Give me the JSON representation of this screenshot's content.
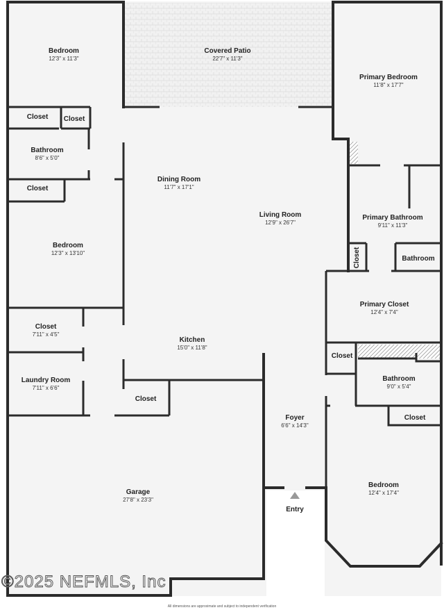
{
  "rooms": {
    "bedroom_1": {
      "name": "Bedroom",
      "dim": "12'3\" x 11'3\""
    },
    "covered_patio": {
      "name": "Covered Patio",
      "dim": "22'7\" x 11'3\""
    },
    "primary_bedroom": {
      "name": "Primary Bedroom",
      "dim": "11'8\" x 17'7\""
    },
    "closet_1": {
      "name": "Closet"
    },
    "closet_2": {
      "name": "Closet"
    },
    "bathroom_1": {
      "name": "Bathroom",
      "dim": "8'6\" x 5'0\""
    },
    "closet_3": {
      "name": "Closet"
    },
    "dining_room": {
      "name": "Dining Room",
      "dim": "11'7\" x 17'1\""
    },
    "living_room": {
      "name": "Living Room",
      "dim": "12'9\" x 26'7\""
    },
    "primary_bathroom": {
      "name": "Primary Bathroom",
      "dim": "9'11\" x 11'3\""
    },
    "bedroom_2": {
      "name": "Bedroom",
      "dim": "12'3\" x 13'10\""
    },
    "closet_vertical": {
      "name": "Closet"
    },
    "bathroom_small": {
      "name": "Bathroom"
    },
    "primary_closet": {
      "name": "Primary Closet",
      "dim": "12'4\" x 7'4\""
    },
    "closet_4": {
      "name": "Closet",
      "dim": "7'11\" x 4'5\""
    },
    "kitchen": {
      "name": "Kitchen",
      "dim": "15'0\" x 11'8\""
    },
    "closet_5": {
      "name": "Closet"
    },
    "bathroom_2": {
      "name": "Bathroom",
      "dim": "9'0\" x 5'4\""
    },
    "laundry_room": {
      "name": "Laundry Room",
      "dim": "7'11\" x 6'6\""
    },
    "closet_6": {
      "name": "Closet"
    },
    "closet_7": {
      "name": "Closet"
    },
    "foyer": {
      "name": "Foyer",
      "dim": "6'6\" x 14'3\""
    },
    "garage": {
      "name": "Garage",
      "dim": "27'8\" x 23'3\""
    },
    "bedroom_3": {
      "name": "Bedroom",
      "dim": "12'4\" x 17'4\""
    },
    "entry": {
      "name": "Entry"
    }
  },
  "watermark": "©2025 NEFMLS, Inc",
  "footer_note": "All dimensions are approximate and subject to independent verification",
  "colors": {
    "floor": "#f4f4f4",
    "wall": "#2b2b2b",
    "patio": "#ececec"
  }
}
